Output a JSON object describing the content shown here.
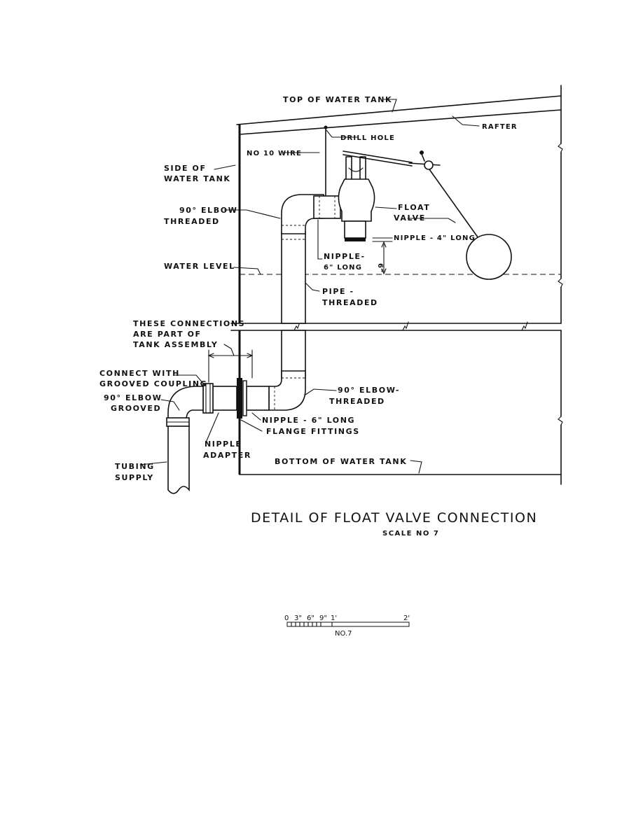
{
  "title": "DETAIL OF FLOAT VALVE CONNECTION",
  "subtitle": "SCALE NO 7",
  "labels": {
    "top_of_tank": "TOP OF WATER TANK",
    "rafter": "RAFTER",
    "drill_hole": "DRILL HOLE",
    "wire": "NO 10 WIRE",
    "side_of_tank_1": "SIDE OF",
    "side_of_tank_2": "WATER TANK",
    "elbow_top_1": "90° ELBOW",
    "elbow_top_2": "THREADED",
    "float_valve_1": "FLOAT",
    "float_valve_2": "VALVE",
    "nipple_4": "NIPPLE - 4\" LONG",
    "nipple_6_top_1": "NIPPLE-",
    "nipple_6_top_2": "6\" LONG",
    "dim_6": "6\"",
    "water_level": "WATER LEVEL",
    "pipe_threaded_1": "PIPE -",
    "pipe_threaded_2": "THREADED",
    "connections_1": "THESE CONNECTIONS",
    "connections_2": "ARE PART OF",
    "connections_3": "TANK ASSEMBLY",
    "grooved_coupling_1": "CONNECT WITH",
    "grooved_coupling_2": "GROOVED COUPLING",
    "elbow_grooved_1": "90° ELBOW",
    "elbow_grooved_2": "GROOVED",
    "elbow_bottom_1": "90° ELBOW-",
    "elbow_bottom_2": "THREADED",
    "nipple_6_bottom": "NIPPLE - 6\" LONG",
    "flange_fittings": "FLANGE FITTINGS",
    "nipple_adapter_1": "NIPPLE",
    "nipple_adapter_2": "ADAPTER",
    "bottom_of_tank": "BOTTOM OF WATER TANK",
    "tubing_supply_1": "TUBING",
    "tubing_supply_2": "SUPPLY"
  },
  "scale_bar": {
    "ticks": [
      "0",
      "3\"",
      "6\"",
      "9\"",
      "1'",
      "2'"
    ],
    "label": "NO.7"
  }
}
